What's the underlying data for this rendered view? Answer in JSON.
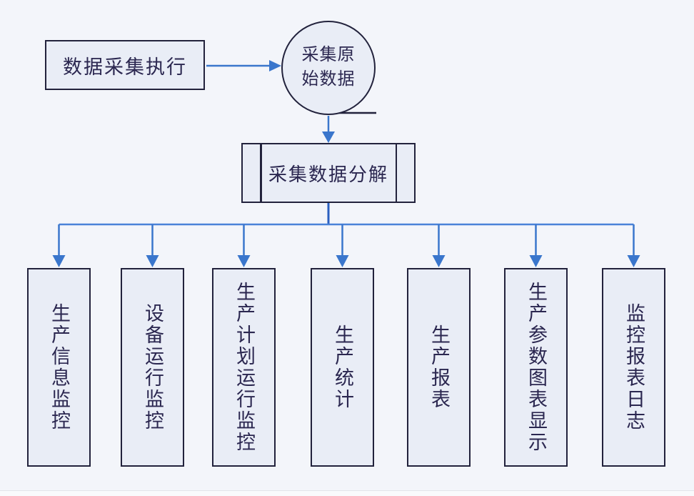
{
  "diagram": {
    "type": "flowchart",
    "nodes": {
      "exec": {
        "label": "数据采集执行",
        "shape": "process"
      },
      "raw": {
        "label": "采集原始数据",
        "line1": "采集原",
        "line2": "始数据",
        "shape": "circle"
      },
      "decompose": {
        "label": "采集数据分解",
        "shape": "predefined-process"
      },
      "branches": [
        {
          "label": "生产信息监控"
        },
        {
          "label": "设备运行监控"
        },
        {
          "label": "生产计划运行监控"
        },
        {
          "label": "生产统计"
        },
        {
          "label": "生产报表"
        },
        {
          "label": "生产参数图表显示"
        },
        {
          "label": "监控报表日志"
        }
      ]
    },
    "edges": [
      {
        "from": "数据采集执行",
        "to": "采集原始数据"
      },
      {
        "from": "采集原始数据",
        "to": "采集数据分解"
      },
      {
        "from": "采集数据分解",
        "to": "生产信息监控"
      },
      {
        "from": "采集数据分解",
        "to": "设备运行监控"
      },
      {
        "from": "采集数据分解",
        "to": "生产计划运行监控"
      },
      {
        "from": "采集数据分解",
        "to": "生产统计"
      },
      {
        "from": "采集数据分解",
        "to": "生产报表"
      },
      {
        "from": "采集数据分解",
        "to": "生产参数图表显示"
      },
      {
        "from": "采集数据分解",
        "to": "监控报表日志"
      }
    ],
    "colors": {
      "background": "#f3f5fa",
      "node_fill": "#e9edf6",
      "node_border": "#22223c",
      "text": "#2b2750",
      "arrow": "#3a76cc",
      "connector": "#4a82d8",
      "trunk": "#2a5fc0"
    }
  }
}
